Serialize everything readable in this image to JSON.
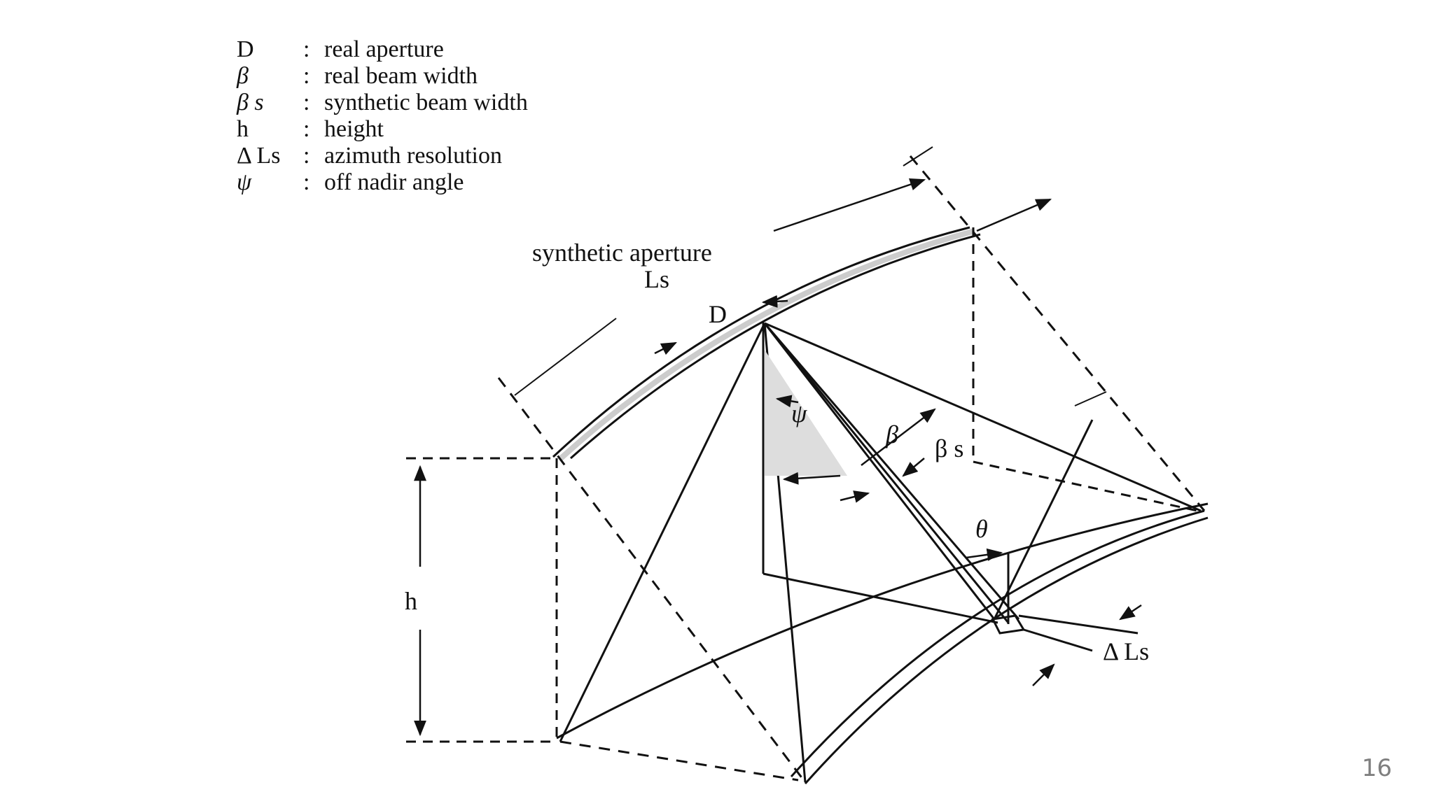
{
  "legend": [
    {
      "symbol": "D",
      "text": "real aperture"
    },
    {
      "symbol": "β",
      "text": "real beam width"
    },
    {
      "symbol": "β s",
      "text": "synthetic beam width"
    },
    {
      "symbol": "h",
      "text": "height"
    },
    {
      "symbol": "Δ Ls",
      "text": "azimuth resolution"
    },
    {
      "symbol": "ψ",
      "text": "off nadir angle"
    }
  ],
  "labels": {
    "synthetic_aperture": "synthetic aperture",
    "ls": "Ls",
    "d": "D",
    "psi": "ψ",
    "beta": "β",
    "beta_s": "β s",
    "theta": "θ",
    "h": "h",
    "delta_ls": "Δ Ls"
  },
  "page_number": "16"
}
